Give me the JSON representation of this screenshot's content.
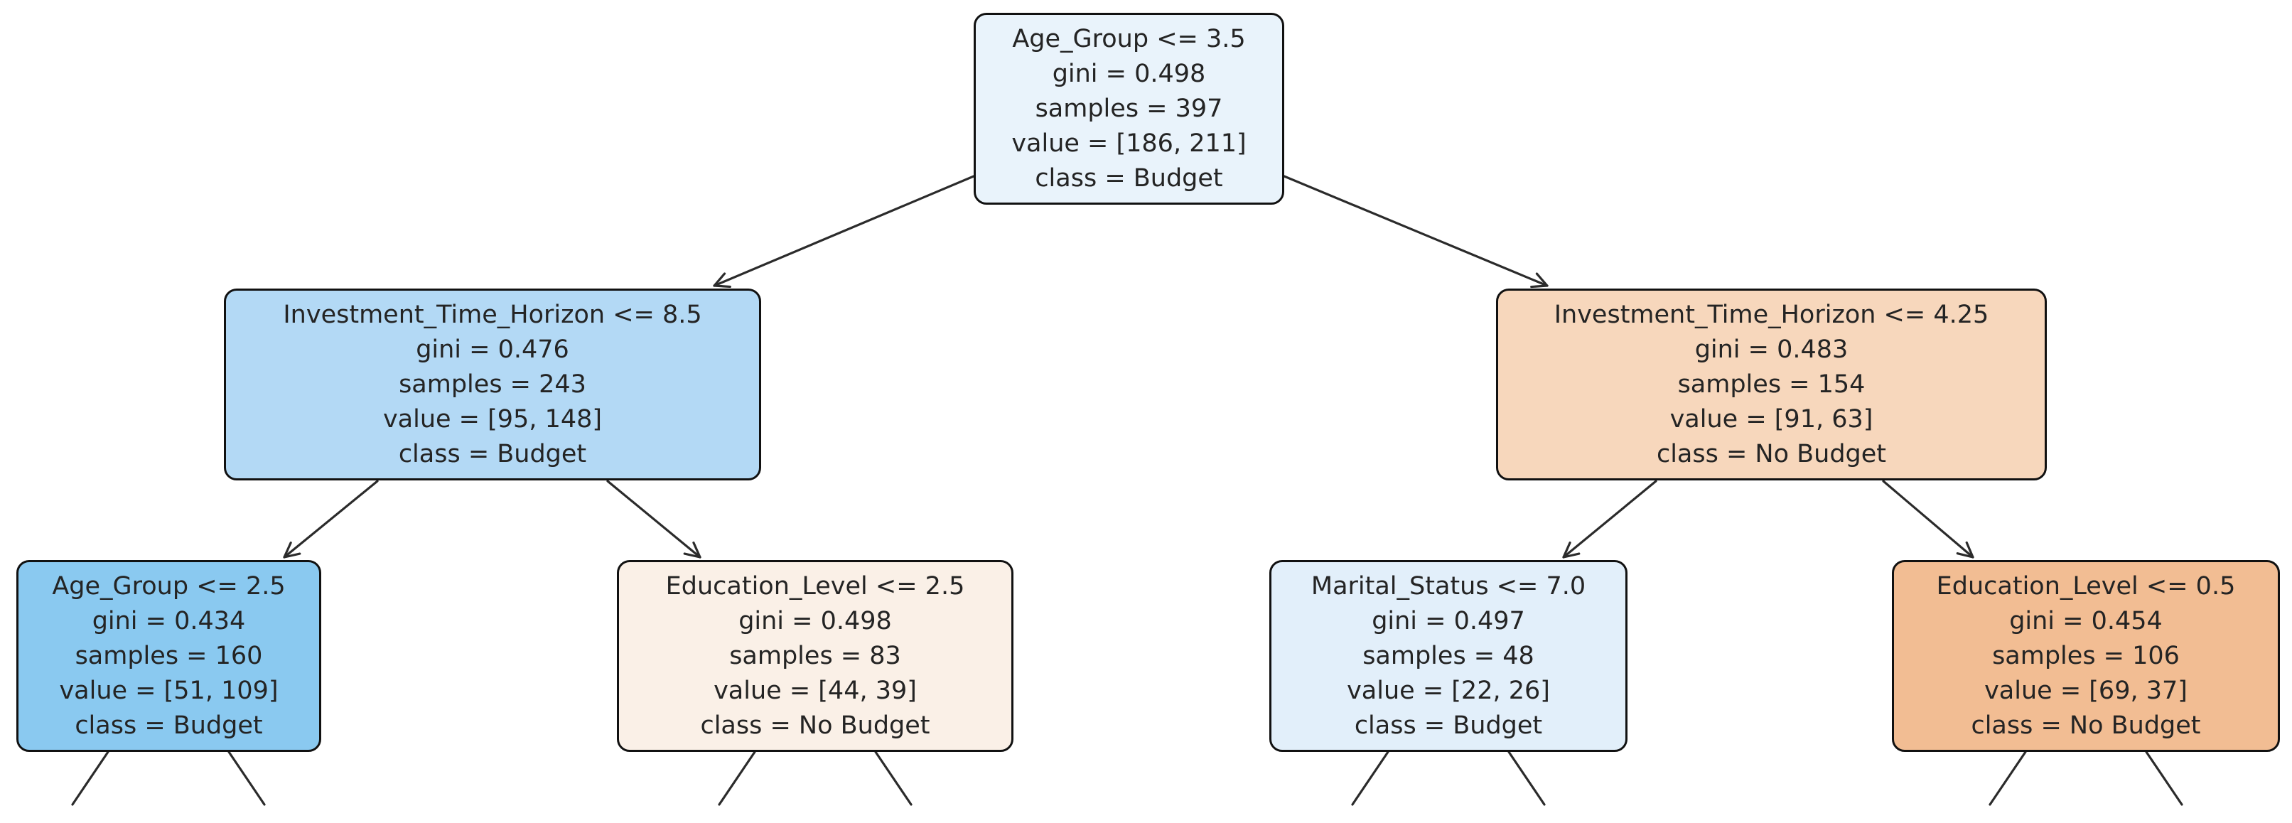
{
  "figure": {
    "type": "decision-tree",
    "background": "#ffffff",
    "edge_color": "#2b2b2b",
    "classes": {
      "budget_color": "#399de5",
      "no_budget_color": "#e58139",
      "labels": [
        "No Budget",
        "Budget"
      ]
    },
    "nodes": {
      "root": {
        "split": "Age_Group <= 3.5",
        "gini": "gini = 0.498",
        "samples": "samples = 397",
        "value": "value = [186, 211]",
        "class": "class = Budget",
        "fill": "#e9f3fb"
      },
      "left": {
        "split": "Investment_Time_Horizon <= 8.5",
        "gini": "gini = 0.476",
        "samples": "samples = 243",
        "value": "value = [95, 148]",
        "class": "class = Budget",
        "fill": "#b3d9f5"
      },
      "right": {
        "split": "Investment_Time_Horizon <= 4.25",
        "gini": "gini = 0.483",
        "samples": "samples = 154",
        "value": "value = [91, 63]",
        "class": "class = No Budget",
        "fill": "#f7d7bc"
      },
      "ll": {
        "split": "Age_Group <= 2.5",
        "gini": "gini = 0.434",
        "samples": "samples = 160",
        "value": "value = [51, 109]",
        "class": "class = Budget",
        "fill": "#8ac9f0"
      },
      "lr": {
        "split": "Education_Level <= 2.5",
        "gini": "gini = 0.498",
        "samples": "samples = 83",
        "value": "value = [44, 39]",
        "class": "class = No Budget",
        "fill": "#faf0e7"
      },
      "rl": {
        "split": "Marital_Status <= 7.0",
        "gini": "gini = 0.497",
        "samples": "samples = 48",
        "value": "value = [22, 26]",
        "class": "class = Budget",
        "fill": "#e2effa"
      },
      "rr": {
        "split": "Education_Level <= 0.5",
        "gini": "gini = 0.454",
        "samples": "samples = 106",
        "value": "value = [69, 37]",
        "class": "class = No Budget",
        "fill": "#f2bd93"
      }
    }
  }
}
